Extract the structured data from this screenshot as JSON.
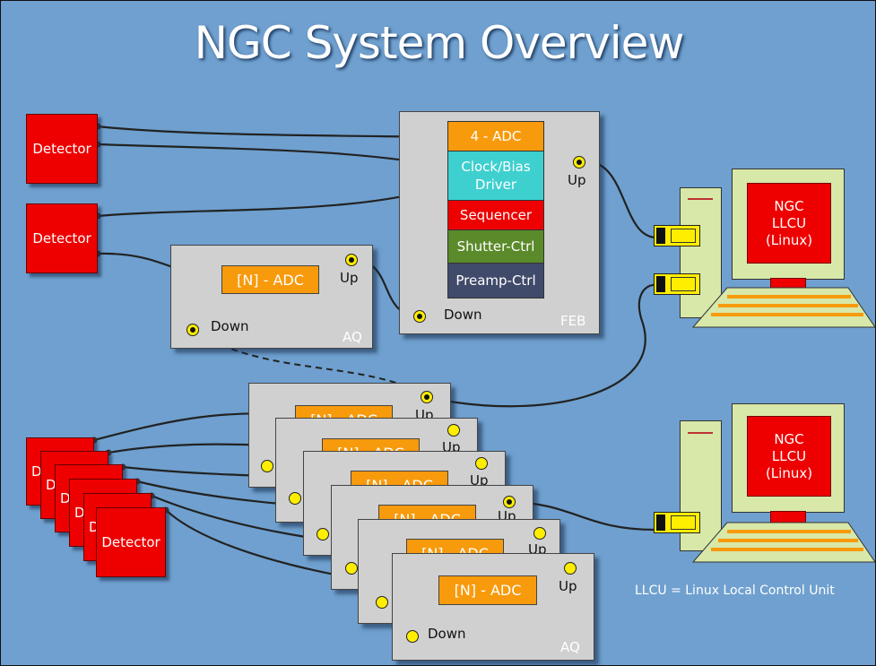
{
  "title": "NGC System Overview",
  "detector_label": "Detector",
  "detector_partial_label": "D",
  "adc_label": "[N] - ADC",
  "feb": {
    "adc4": "4 - ADC",
    "clock_bias_line1": "Clock/Bias",
    "clock_bias_line2": "Driver",
    "sequencer": "Sequencer",
    "shutter": "Shutter-Ctrl",
    "preamp": "Preamp-Ctrl",
    "tag": "FEB"
  },
  "port_up": "Up",
  "port_down": "Down",
  "aq_tag": "AQ",
  "llcu_screen_line1": "NGC",
  "llcu_screen_line2": "LLCU",
  "llcu_screen_line3": "(Linux)",
  "legend": "LLCU = Linux Local Control Unit",
  "colors": {
    "background": "#6fa0cf",
    "detector": "#ee0000",
    "adc": "#f79a0c",
    "clock_bias": "#3ecfcf",
    "sequencer": "#ee0000",
    "shutter": "#5a8a2a",
    "preamp": "#404a6a",
    "port": "#ffee00",
    "computer": "#d8e8a8"
  }
}
